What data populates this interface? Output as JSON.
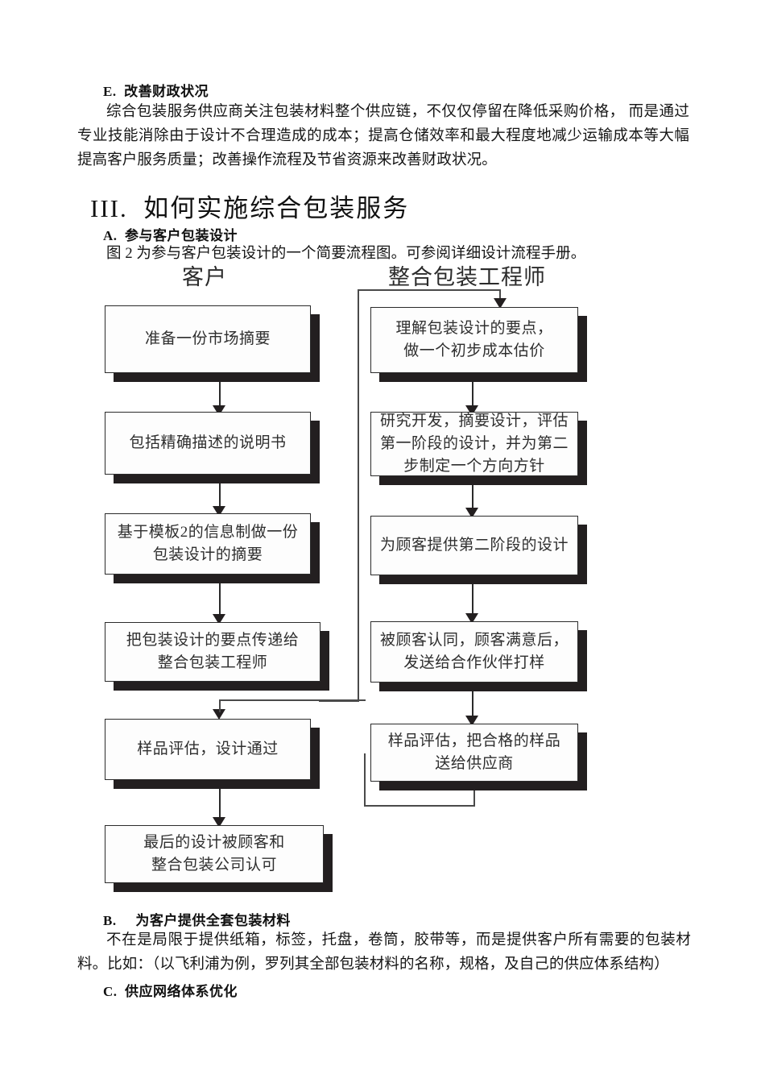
{
  "document": {
    "section_e": {
      "heading": "E.  改善财政状况",
      "paragraph": "综合包装服务供应商关注包装材料整个供应链，不仅仅停留在降低采购价格， 而是通过专业技能消除由于设计不合理造成的成本；提高仓储效率和最大程度地减少运输成本等大幅提高客户服务质量；改善操作流程及节省资源来改善财政状况。"
    },
    "section_iii": {
      "heading": "III.  如何实施综合包装服务",
      "sub_a": {
        "heading": "A.  参与客户包装设计",
        "paragraph": "图 2 为参与客户包装设计的一个简要流程图。可参阅详细设计流程手册。"
      },
      "sub_b": {
        "heading": "B.     为客户提供全套包装材料",
        "paragraph": "不在是局限于提供纸箱，标签，托盘，卷筒，胶带等，而是提供客户所有需要的包装材料。比如：（以飞利浦为例，罗列其全部包装材料的名称，规格，及自己的供应体系结构）"
      },
      "sub_c": {
        "heading": "C.  供应网络体系优化"
      }
    }
  },
  "flowchart": {
    "lanes": [
      {
        "title": "客户"
      },
      {
        "title": "整合包装工程师"
      }
    ],
    "customer_steps": [
      {
        "text": "准备一份市场摘要"
      },
      {
        "text": "包括精确描述的说明书"
      },
      {
        "text": "基于模板2的信息制做一份\n包装设计的摘要"
      },
      {
        "text": "把包装设计的要点传递给\n整合包装工程师"
      },
      {
        "text": "样品评估，设计通过"
      },
      {
        "text": "最后的设计被顾客和\n整合包装公司认可"
      }
    ],
    "engineer_steps": [
      {
        "text": "理解包装设计的要点，\n做一个初步成本估价"
      },
      {
        "text": "研究开发，摘要设计，评估\n第一阶段的设计，并为第二\n步制定一个方向方针"
      },
      {
        "text": "为顾客提供第二阶段的设计"
      },
      {
        "text": "被顾客认同，顾客满意后，\n发送给合作伙伴打样"
      },
      {
        "text": "样品评估，把合格的样品\n送给供应商"
      }
    ],
    "colors": {
      "box_fill": "#fdfdfd",
      "box_border": "#2b2b2b",
      "shadow": "#231f20",
      "connector": "#2b2b2b",
      "text": "#2e2e2e"
    }
  }
}
